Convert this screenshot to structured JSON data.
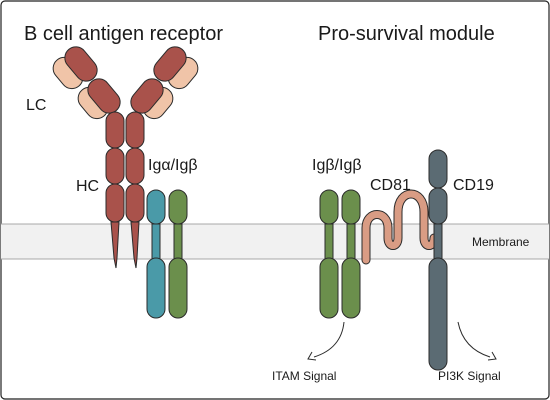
{
  "titles": {
    "left": "B cell antigen receptor",
    "right": "Pro-survival module"
  },
  "labels": {
    "lc": "LC",
    "hc": "HC",
    "ig_alpha_beta": "Igα/Igβ",
    "ig_beta_beta": "Igβ/Igβ",
    "cd81": "CD81",
    "cd19": "CD19",
    "membrane": "Membrane",
    "itam_signal": "ITAM Signal",
    "pi3k_signal": "PI3K Signal"
  },
  "colors": {
    "heavy_chain": "#a9524b",
    "light_chain": "#f0c4a8",
    "ig_alpha": "#4a9aa8",
    "ig_beta": "#6b8f4c",
    "cd81": "#d99c84",
    "cd19": "#5b6b73",
    "membrane": "#f1f1f1"
  }
}
